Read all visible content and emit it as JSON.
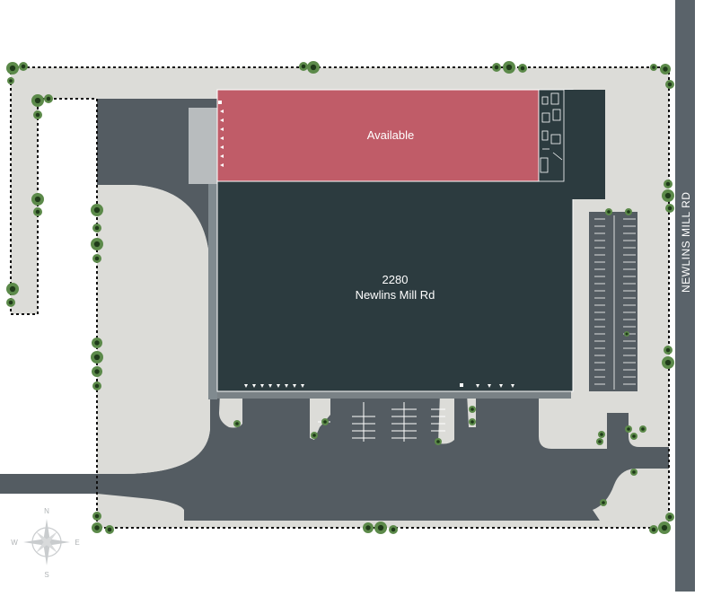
{
  "site": {
    "available_label": "Available",
    "building_number": "2280",
    "building_street": "Newlins Mill Rd",
    "road_label": "NEWLINS MILL RD"
  },
  "compass": {
    "n": "N",
    "s": "S",
    "e": "E",
    "w": "W"
  },
  "colors": {
    "available": "#c05c68",
    "building": "#2c3b3f",
    "pavement": "#545c62",
    "grass": "#dcdcd8",
    "road": "#5a636a",
    "tree": "#5c8a4a",
    "boundary": "#111111"
  }
}
